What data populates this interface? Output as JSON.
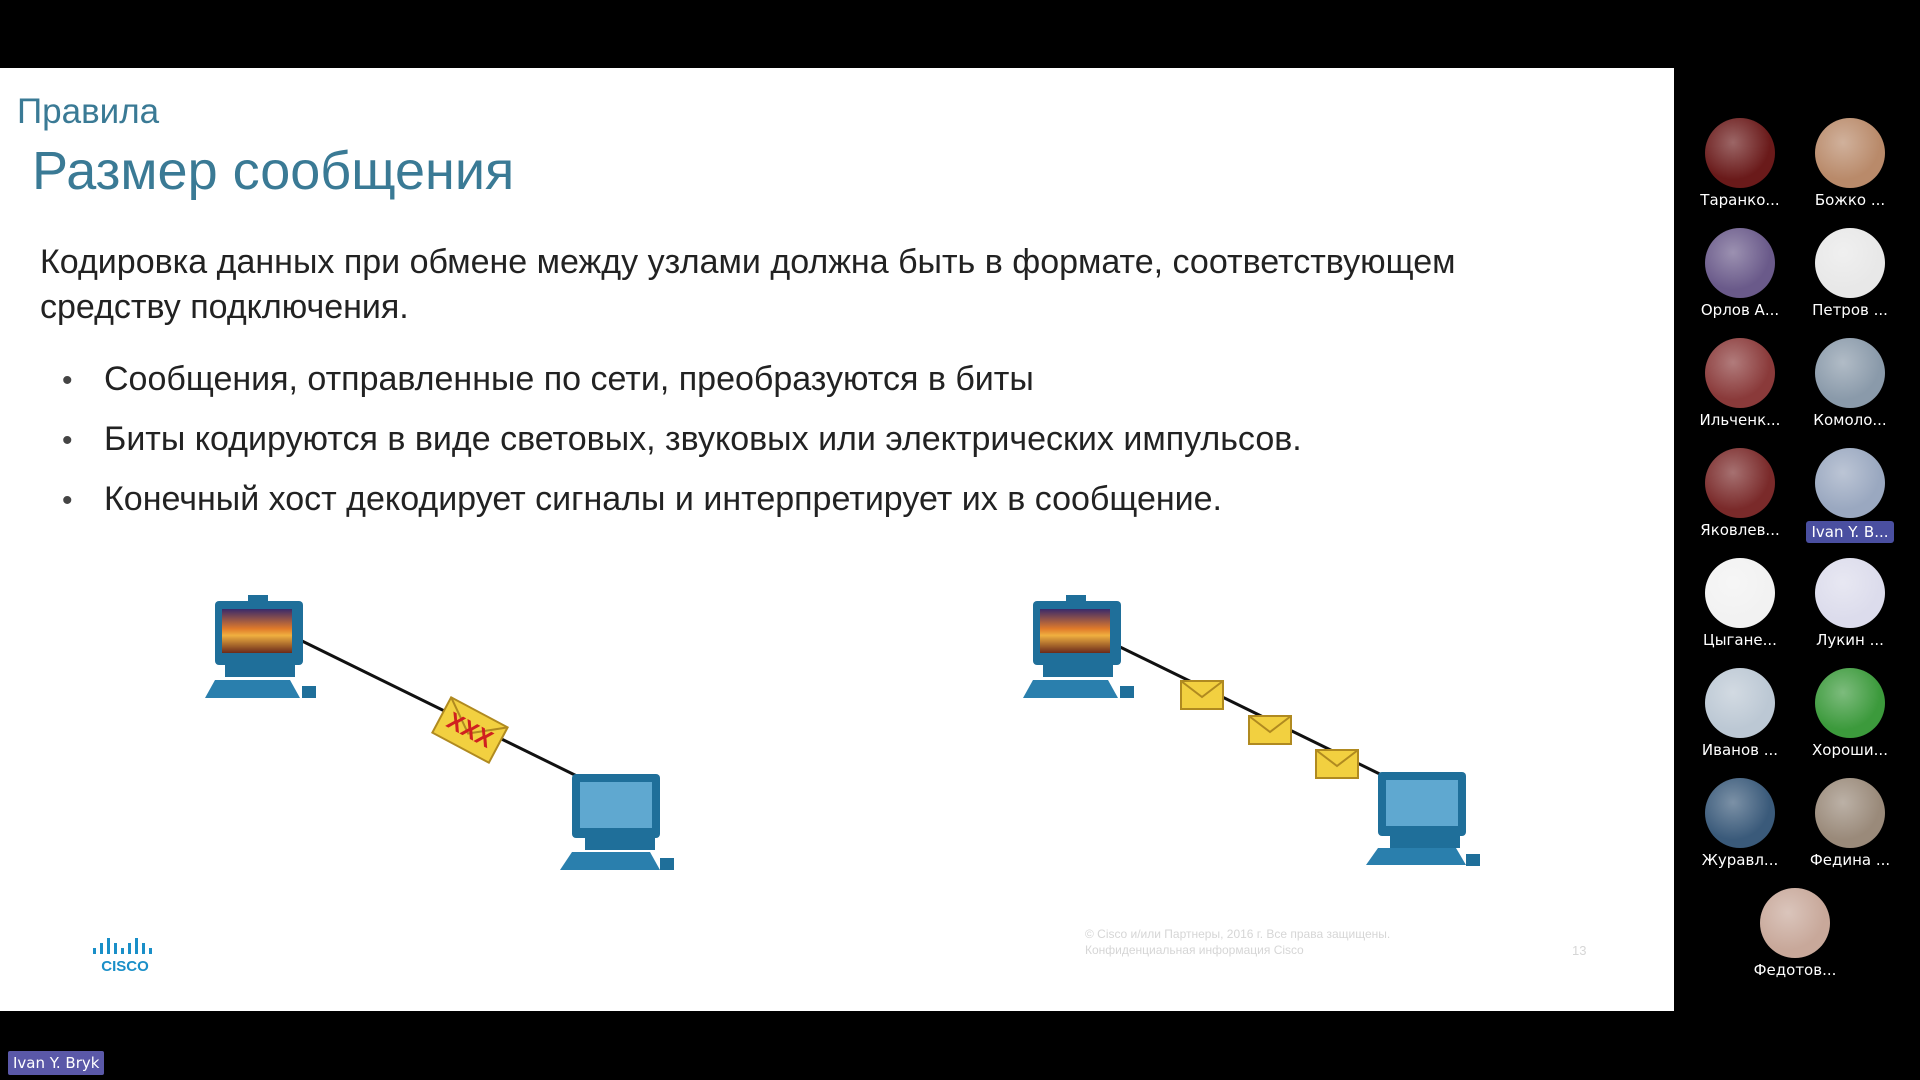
{
  "slide": {
    "section": "Правила",
    "title": "Размер сообщения",
    "intro_line1": "Кодировка данных при обмене между узлами должна быть в формате, соответствующем",
    "intro_line2": "средству подключения.",
    "bullets": [
      "Сообщения, отправленные по сети, преобразуются в биты",
      "Биты кодируются в виде световых, звуковых или электрических импульсов.",
      "Конечный хост декодирует сигналы и интерпретирует их в сообщение."
    ],
    "logo_text": "CISCO",
    "footer_line1": "© Cisco и/или Партнеры, 2016 г. Все права защищены.",
    "footer_line2": "Конфиденциальная информация Cisco",
    "page_number": "13",
    "envelope_mark": "XXX"
  },
  "participants": [
    {
      "name": "Таранко...",
      "avatar": "dark-red-avatar",
      "color": "#6a1a1a"
    },
    {
      "name": "Божко ...",
      "avatar": "woman-photo-avatar",
      "color": "#b98a6a"
    },
    {
      "name": "Орлов А...",
      "avatar": "cartoon-mouse-avatar",
      "color": "#6a5a8a"
    },
    {
      "name": "Петров ...",
      "avatar": "meme-face-avatar",
      "color": "#e8e8e8"
    },
    {
      "name": "Ильченк...",
      "avatar": "cat-photo-avatar",
      "color": "#8a3a3a"
    },
    {
      "name": "Комоло...",
      "avatar": "plane-photo-avatar",
      "color": "#8a9aaa"
    },
    {
      "name": "Яковлев...",
      "avatar": "red-eye-avatar",
      "color": "#7a2a2a"
    },
    {
      "name": "Ivan Y. B...",
      "avatar": "man-suit-avatar",
      "color": "#9aa8c0",
      "active": true
    },
    {
      "name": "Цыгане...",
      "avatar": "penguin-avatar",
      "color": "#f2f2f2"
    },
    {
      "name": "Лукин ...",
      "avatar": "cartoon-cat-avatar",
      "color": "#dcdcec"
    },
    {
      "name": "Иванов ...",
      "avatar": "white-cat-avatar",
      "color": "#bcc8d4"
    },
    {
      "name": "Хороши...",
      "avatar": "green-frog-avatar",
      "color": "#3c9a3c"
    },
    {
      "name": "Журавл...",
      "avatar": "game-character-avatar",
      "color": "#3a5a7a"
    },
    {
      "name": "Федина ...",
      "avatar": "cat-photo-avatar",
      "color": "#9a8a7a"
    },
    {
      "name": "Федотов...",
      "avatar": "man-photo-avatar",
      "color": "#c8a89a"
    }
  ],
  "speaker_label": "Ivan Y. Bryk",
  "colors": {
    "title": "#3a7a95",
    "computer_dark": "#1f6f9a",
    "computer_light": "#5fa8d0",
    "envelope": "#f2d040",
    "active_name_bg": "#4a4fa0"
  }
}
